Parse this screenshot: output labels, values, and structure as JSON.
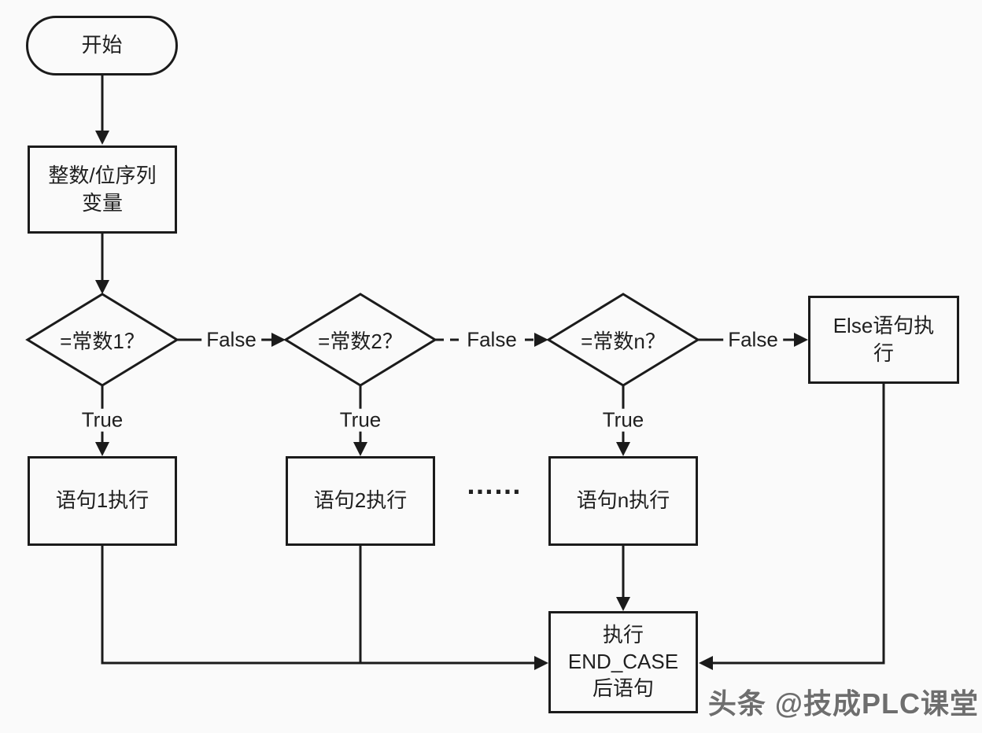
{
  "diagram": {
    "background": "#fafafa",
    "line_color": "#1b1b1b",
    "text_color": "#1f1f1f",
    "nodes": {
      "start": "开始",
      "input_variable": "整数/位序列\n变量",
      "condition_1": "=常数1？",
      "condition_2": "=常数2？",
      "condition_n": "=常数n？",
      "statement_1": "语句1执行",
      "statement_2": "语句2执行",
      "statement_n": "语句n执行",
      "else_branch": "Else语句执\n行",
      "end_case": "执行\nEND_CASE\n后语句"
    },
    "edge_labels": {
      "true_1": "True",
      "true_2": "True",
      "true_n": "True",
      "false_1": "False",
      "false_2": "False",
      "false_n": "False",
      "ellipsis": "……"
    },
    "watermark": {
      "text": "头条 @技成PLC课堂",
      "color": "#6e6e6e"
    }
  }
}
